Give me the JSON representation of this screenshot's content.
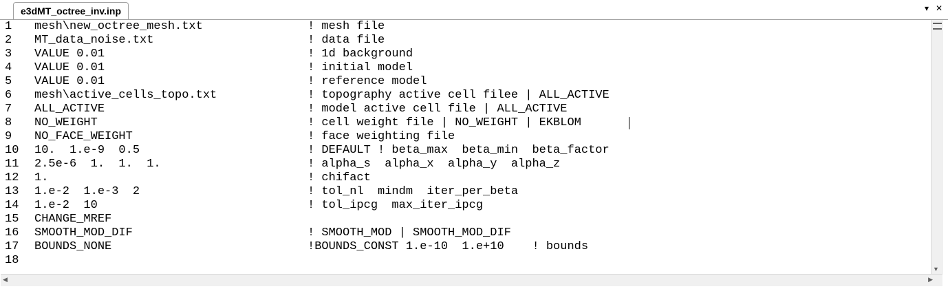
{
  "tab": {
    "title": "e3dMT_octree_inv.inp"
  },
  "controls": {
    "dropdown_icon": "chevron-down-icon",
    "close_icon": "close-icon"
  },
  "editor": {
    "lines": [
      {
        "num": "1",
        "code": "mesh\\new_octree_mesh.txt",
        "comment": "! mesh file"
      },
      {
        "num": "2",
        "code": "MT_data_noise.txt",
        "comment": "! data file"
      },
      {
        "num": "3",
        "code": "VALUE 0.01",
        "comment": "! 1d background"
      },
      {
        "num": "4",
        "code": "VALUE 0.01",
        "comment": "! initial model"
      },
      {
        "num": "5",
        "code": "VALUE 0.01",
        "comment": "! reference model"
      },
      {
        "num": "6",
        "code": "mesh\\active_cells_topo.txt",
        "comment": "! topography active cell filee | ALL_ACTIVE"
      },
      {
        "num": "7",
        "code": "ALL_ACTIVE",
        "comment": "! model active cell file | ALL_ACTIVE"
      },
      {
        "num": "8",
        "code": "NO_WEIGHT",
        "comment": "! cell weight file | NO_WEIGHT | EKBLOM"
      },
      {
        "num": "9",
        "code": "NO_FACE_WEIGHT",
        "comment": "! face weighting file"
      },
      {
        "num": "10",
        "code": "10.  1.e-9  0.5",
        "comment": "! DEFAULT ! beta_max  beta_min  beta_factor"
      },
      {
        "num": "11",
        "code": "2.5e-6  1.  1.  1.",
        "comment": "! alpha_s  alpha_x  alpha_y  alpha_z"
      },
      {
        "num": "12",
        "code": "1.",
        "comment": "! chifact"
      },
      {
        "num": "13",
        "code": "1.e-2  1.e-3  2",
        "comment": "! tol_nl  mindm  iter_per_beta"
      },
      {
        "num": "14",
        "code": "1.e-2  10",
        "comment": "! tol_ipcg  max_iter_ipcg"
      },
      {
        "num": "15",
        "code": "CHANGE_MREF",
        "comment": ""
      },
      {
        "num": "16",
        "code": "SMOOTH_MOD_DIF",
        "comment": "! SMOOTH_MOD | SMOOTH_MOD_DIF"
      },
      {
        "num": "17",
        "code": "BOUNDS_NONE",
        "comment": "!BOUNDS_CONST 1.e-10  1.e+10    ! bounds"
      },
      {
        "num": "18",
        "code": "",
        "comment": ""
      }
    ]
  }
}
